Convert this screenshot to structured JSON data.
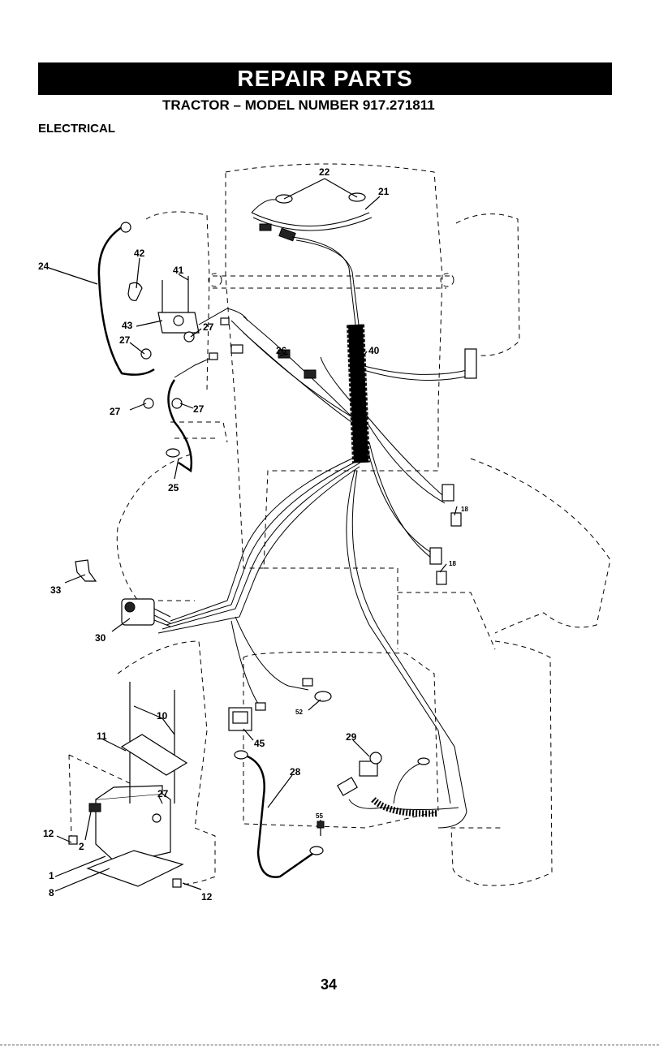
{
  "header": {
    "banner": "REPAIR PARTS",
    "subtitle": "TRACTOR – MODEL NUMBER 917.271811",
    "section": "ELECTRICAL"
  },
  "footer": {
    "page_number": "34"
  },
  "part_labels": [
    {
      "id": "p1",
      "text": "1"
    },
    {
      "id": "p2",
      "text": "2"
    },
    {
      "id": "p8",
      "text": "8"
    },
    {
      "id": "p10",
      "text": "10"
    },
    {
      "id": "p11",
      "text": "11"
    },
    {
      "id": "p12a",
      "text": "12"
    },
    {
      "id": "p12b",
      "text": "12"
    },
    {
      "id": "p18a",
      "text": "18"
    },
    {
      "id": "p18b",
      "text": "18"
    },
    {
      "id": "p21",
      "text": "21"
    },
    {
      "id": "p22",
      "text": "22"
    },
    {
      "id": "p24",
      "text": "24"
    },
    {
      "id": "p25",
      "text": "25"
    },
    {
      "id": "p26",
      "text": "26"
    },
    {
      "id": "p27a",
      "text": "27"
    },
    {
      "id": "p27b",
      "text": "27"
    },
    {
      "id": "p27c",
      "text": "27"
    },
    {
      "id": "p27d",
      "text": "27"
    },
    {
      "id": "p27e",
      "text": "27"
    },
    {
      "id": "p28",
      "text": "28"
    },
    {
      "id": "p29",
      "text": "29"
    },
    {
      "id": "p30",
      "text": "30"
    },
    {
      "id": "p33",
      "text": "33"
    },
    {
      "id": "p40",
      "text": "40"
    },
    {
      "id": "p41",
      "text": "41"
    },
    {
      "id": "p42",
      "text": "42"
    },
    {
      "id": "p43",
      "text": "43"
    },
    {
      "id": "p45",
      "text": "45"
    },
    {
      "id": "p52",
      "text": "52"
    },
    {
      "id": "p55",
      "text": "55"
    }
  ]
}
